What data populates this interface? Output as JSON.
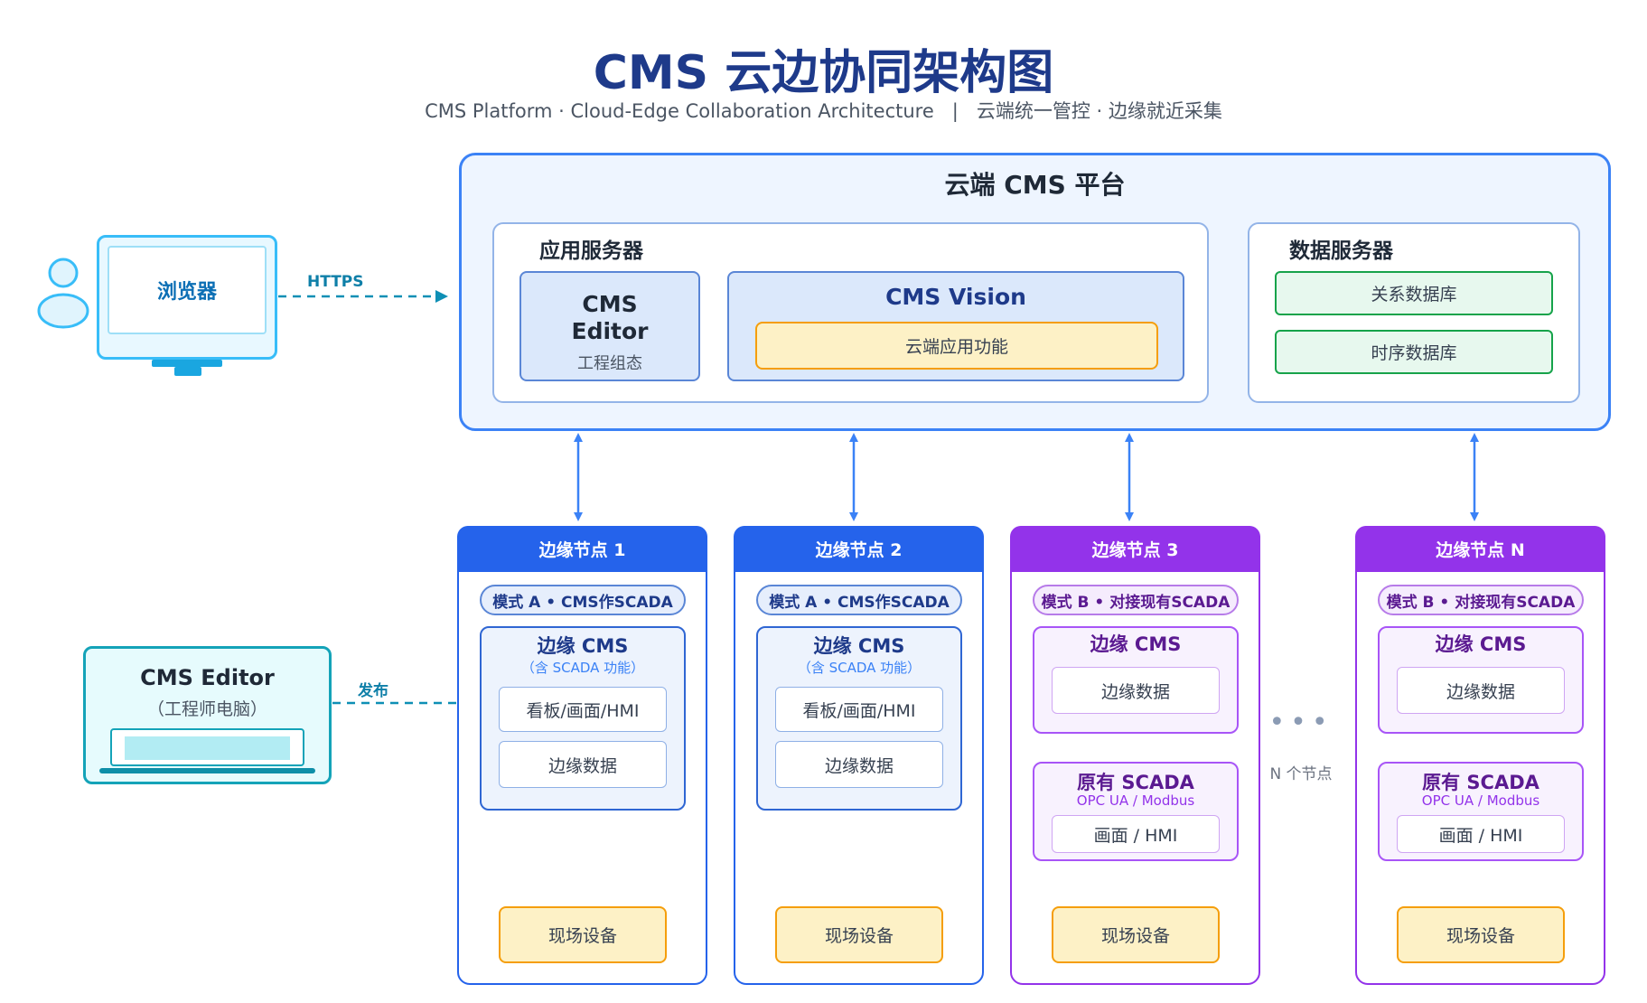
{
  "title": "CMS 云边协同架构图",
  "subtitle_left": "CMS Platform · Cloud-Edge Collaboration Architecture",
  "subtitle_sep": "|",
  "subtitle_right": "云端统一管控 · 边缘就近采集",
  "colors": {
    "blue": "#2563eb",
    "purple": "#9333ea",
    "teal": "#0891b2",
    "cloud_border": "#3b82f6"
  },
  "cloud": {
    "title": "云端 CMS 平台",
    "app_server": {
      "title": "应用服务器",
      "editor_line1": "CMS",
      "editor_line2": "Editor",
      "editor_sub": "工程组态",
      "vision_title": "CMS Vision",
      "vision_feature": "云端应用功能"
    },
    "data_server": {
      "title": "数据服务器",
      "db1": "关系数据库",
      "db2": "时序数据库"
    }
  },
  "browser": {
    "label": "浏览器",
    "protocol": "HTTPS",
    "icons": [
      "user-icon",
      "monitor-icon"
    ]
  },
  "editor_pc": {
    "title": "CMS Editor",
    "sub": "（工程师电脑）",
    "action": "发布",
    "icon": "laptop-icon"
  },
  "nodes": [
    {
      "head": "边缘节点 1",
      "mode": "模式 A • CMS作SCADA",
      "cms_title": "边缘 CMS",
      "cms_sub": "（含 SCADA 功能）",
      "box1": "看板/画面/HMI",
      "box2": "边缘数据",
      "device": "现场设备"
    },
    {
      "head": "边缘节点 2",
      "mode": "模式 A • CMS作SCADA",
      "cms_title": "边缘 CMS",
      "cms_sub": "（含 SCADA 功能）",
      "box1": "看板/画面/HMI",
      "box2": "边缘数据",
      "device": "现场设备"
    },
    {
      "head": "边缘节点 3",
      "mode": "模式 B • 对接现有SCADA",
      "cms_title": "边缘 CMS",
      "cms_box": "边缘数据",
      "scada_title": "原有 SCADA",
      "scada_sub": "OPC UA / Modbus",
      "scada_box": "画面 / HMI",
      "device": "现场设备"
    },
    {
      "head": "边缘节点 N",
      "mode": "模式 B • 对接现有SCADA",
      "cms_title": "边缘 CMS",
      "cms_box": "边缘数据",
      "scada_title": "原有 SCADA",
      "scada_sub": "OPC UA / Modbus",
      "scada_box": "画面 / HMI",
      "device": "现场设备"
    }
  ],
  "more_nodes": {
    "dots": "•••",
    "label": "N 个节点"
  }
}
